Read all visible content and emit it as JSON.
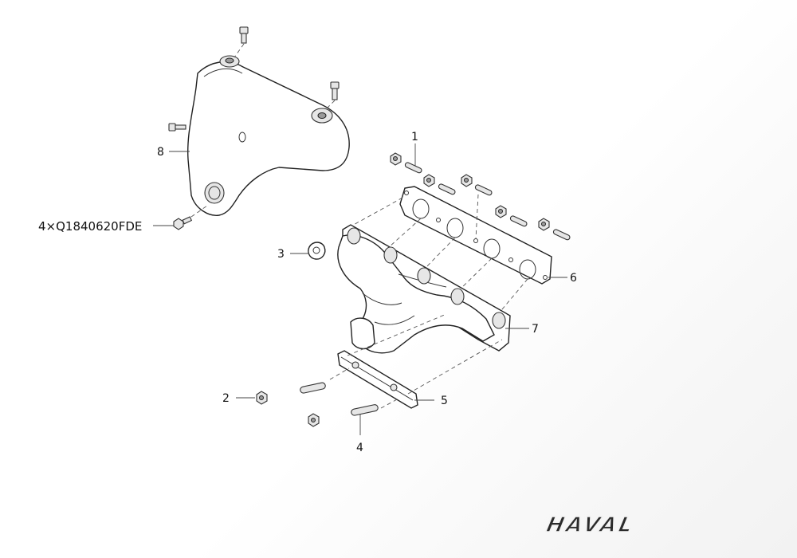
{
  "callouts": {
    "c1": "1",
    "c2": "2",
    "c3": "3",
    "c4": "4",
    "c5": "5",
    "c6": "6",
    "c7": "7",
    "c8": "8"
  },
  "part_number": "4×Q1840620FDE",
  "brand_logo": "HAVAL"
}
